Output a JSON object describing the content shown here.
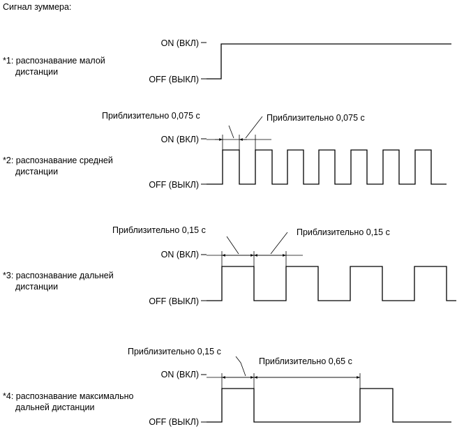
{
  "title": "Сигнал зуммера:",
  "levels": {
    "on": "ON (ВКЛ)",
    "off": "OFF (ВЫКЛ)"
  },
  "sections": [
    {
      "label_line1": "*1: распознавание малой",
      "label_line2": "дистанции",
      "pattern": "continuous-on",
      "annotations": []
    },
    {
      "label_line1": "*2: распознавание средней",
      "label_line2": "дистанции",
      "pattern": "pulse",
      "on_time": "Приблизительно 0,075 с",
      "off_time": "Приблизительно 0,075 с",
      "pulse_count": 7
    },
    {
      "label_line1": "*3: распознавание дальней",
      "label_line2": "дистанции",
      "pattern": "pulse",
      "on_time": "Приблизительно 0,15 с",
      "off_time": "Приблизительно 0,15 с",
      "pulse_count": 4
    },
    {
      "label_line1": "*4: распознавание максимально",
      "label_line2": "дальней дистанции",
      "pattern": "pulse",
      "on_time": "Приблизительно 0,15 с",
      "off_time": "Приблизительно 0,65 с",
      "pulse_count": 2
    }
  ]
}
